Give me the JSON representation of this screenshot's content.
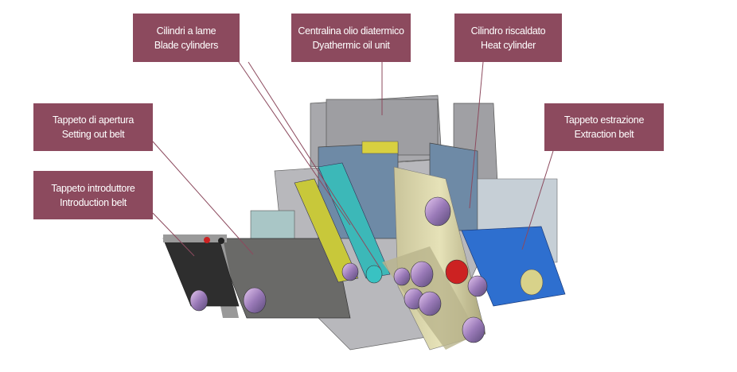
{
  "labels": {
    "blade_cylinders": {
      "it": "Cilindri a lame",
      "en": "Blade cylinders"
    },
    "oil_unit": {
      "it": "Centralina olio diatermico",
      "en": "Dyathermic oil unit"
    },
    "heat_cylinder": {
      "it": "Cilindro riscaldato",
      "en": "Heat cylinder"
    },
    "setting_out_belt": {
      "it": "Tappeto di apertura",
      "en": "Setting out belt"
    },
    "introduction_belt": {
      "it": "Tappeto introduttore",
      "en": "Introduction belt"
    },
    "extraction_belt": {
      "it": "Tappeto estrazione",
      "en": "Extraction  belt"
    }
  },
  "colors": {
    "label_bg": "#8c4a5e",
    "leader_line": "#8c4a5e"
  }
}
